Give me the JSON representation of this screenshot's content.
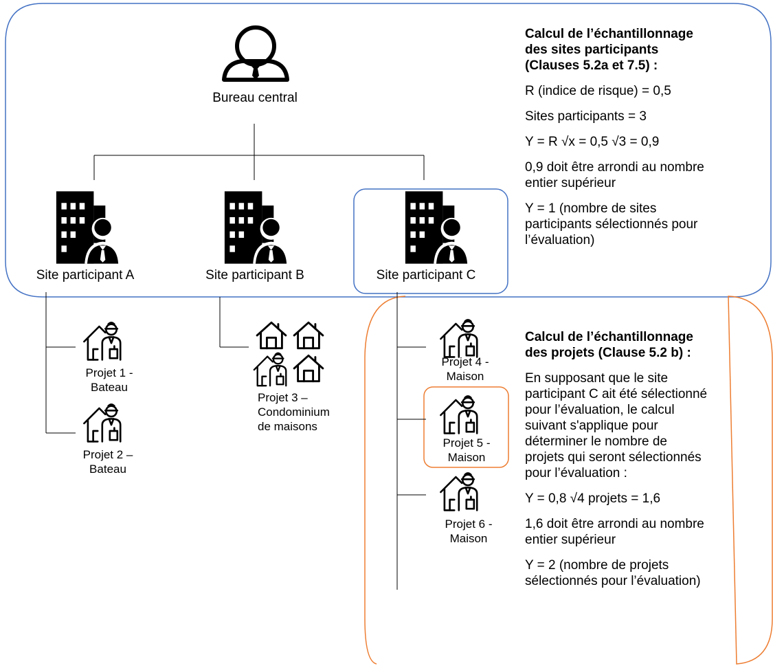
{
  "colors": {
    "blue": "#4472c4",
    "orange": "#ed7d31",
    "ink": "#000000"
  },
  "central": {
    "label": "Bureau central",
    "icon": "person-icon"
  },
  "sites": [
    {
      "label": "Site participant A",
      "icon": "building-person-icon"
    },
    {
      "label": "Site participant B",
      "icon": "building-person-icon"
    },
    {
      "label": "Site participant C",
      "icon": "building-person-icon"
    }
  ],
  "projects": {
    "p1": {
      "line1": "Projet 1 -",
      "line2": "Bateau"
    },
    "p2": {
      "line1": "Projet 2 –",
      "line2": "Bateau"
    },
    "p3": {
      "line1": "Projet 3 –",
      "line2": "Condominium",
      "line3": "de maisons"
    },
    "p4": {
      "line1": "Projet 4 -",
      "line2": "Maison"
    },
    "p5": {
      "line1": "Projet 5 -",
      "line2": "Maison"
    },
    "p6": {
      "line1": "Projet 6 -",
      "line2": "Maison"
    }
  },
  "sites_panel": {
    "title_1": "Calcul de l’échantillonnage",
    "title_2": "des sites participants",
    "title_3": "(Clauses 5.2a et 7.5) :",
    "l1": "R (indice de risque) = 0,5",
    "l2": "Sites participants = 3",
    "l3": "Y = R √x = 0,5 √3 = 0,9",
    "l4a": "0,9 doit être arrondi au nombre",
    "l4b": "entier supérieur",
    "l5a": "Y = 1 (nombre de sites",
    "l5b": "participants sélectionnés pour",
    "l5c": "l’évaluation)"
  },
  "projects_panel": {
    "title_1": "Calcul de l’échantillonnage",
    "title_2": "des projets (Clause 5.2 b) :",
    "p1a": "En supposant que le site",
    "p1b": "participant C ait été sélectionné",
    "p1c": "pour l’évaluation, le calcul",
    "p1d": "suivant s'applique pour",
    "p1e": "déterminer le nombre de",
    "p1f": "projets qui seront sélectionnés",
    "p1g": "pour l’évaluation :",
    "l2": "Y = 0,8 √4 projets = 1,6",
    "l3a": "1,6 doit être arrondi au nombre",
    "l3b": "entier supérieur",
    "l4a": "Y = 2 (nombre de projets",
    "l4b": "sélectionnés pour l’évaluation)"
  }
}
